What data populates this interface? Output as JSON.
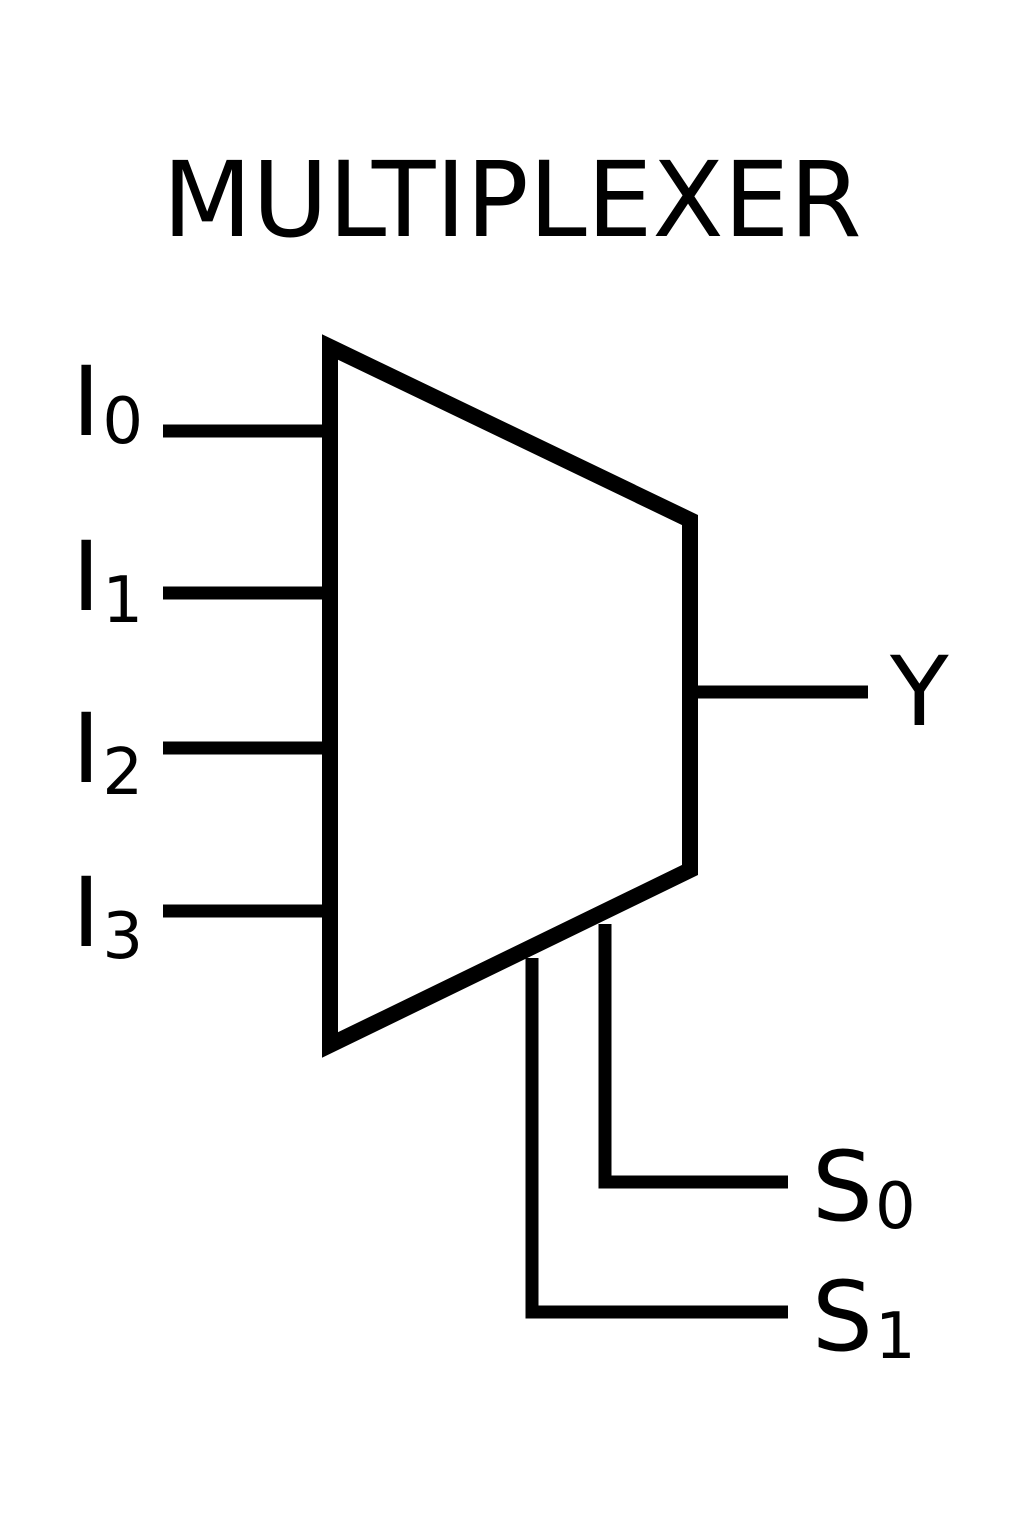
{
  "title": "MULTIPLEXER",
  "inputs": [
    {
      "name": "I",
      "sub": "0"
    },
    {
      "name": "I",
      "sub": "1"
    },
    {
      "name": "I",
      "sub": "2"
    },
    {
      "name": "I",
      "sub": "3"
    }
  ],
  "output": {
    "name": "Y"
  },
  "selects": [
    {
      "name": "S",
      "sub": "0"
    },
    {
      "name": "S",
      "sub": "1"
    }
  ],
  "colors": {
    "line": "#000000",
    "background": "#ffffff"
  }
}
